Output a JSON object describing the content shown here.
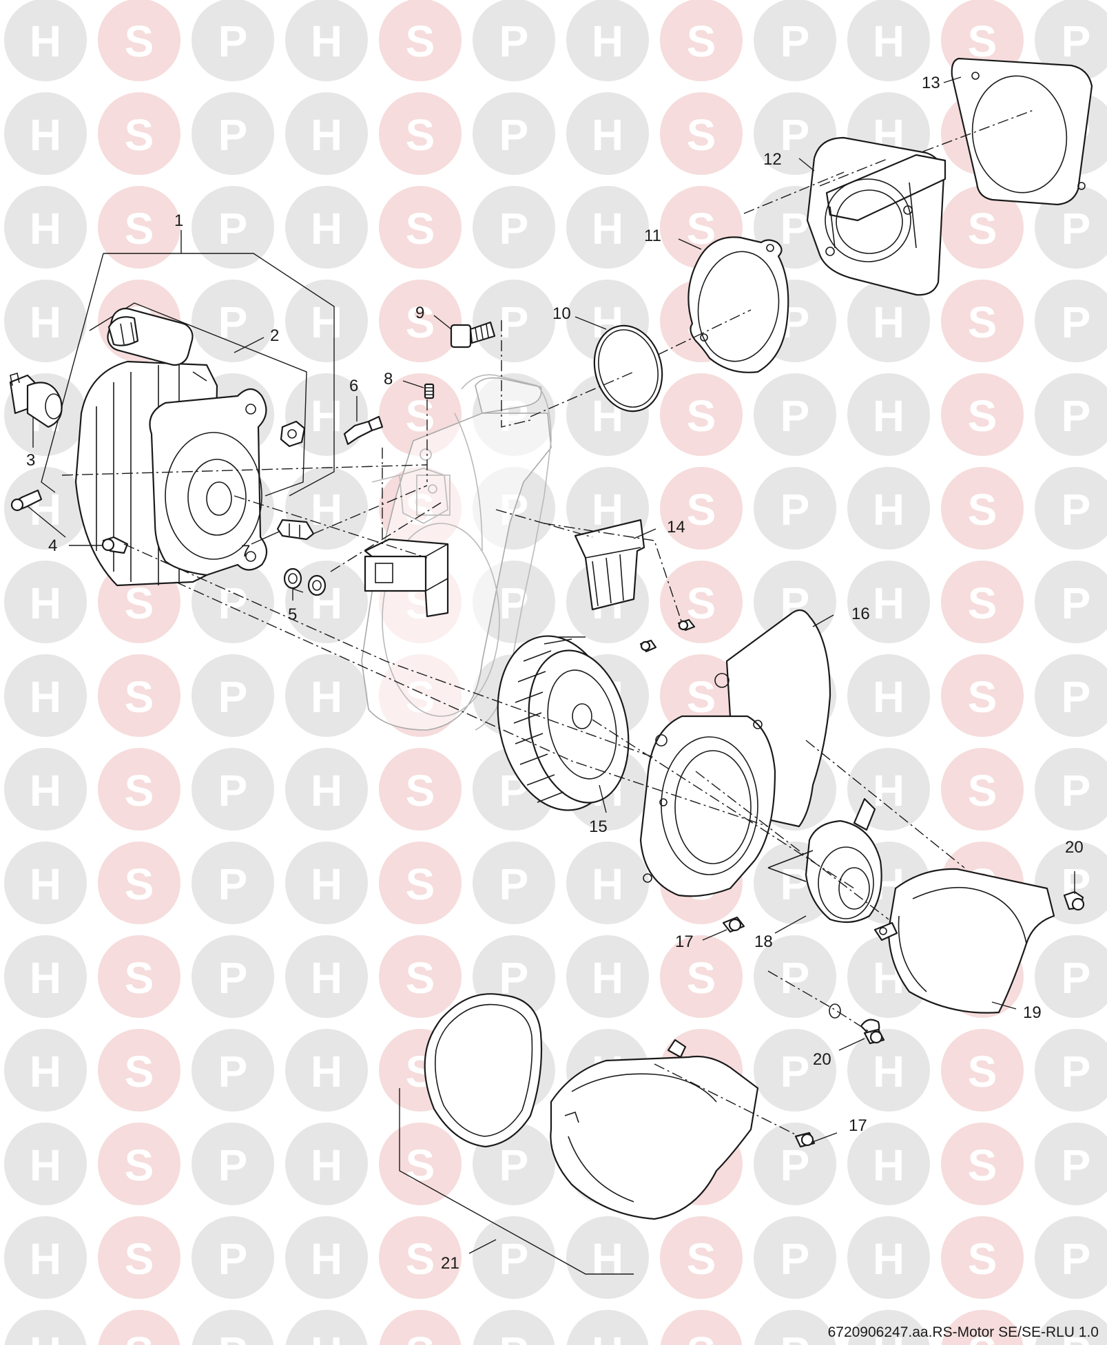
{
  "watermark": {
    "letters": [
      "H",
      "S",
      "P"
    ],
    "colors": {
      "h": "#e6e6e6",
      "s": "#f6dcdc",
      "p": "#e6e6e6"
    }
  },
  "callouts": {
    "c1": "1",
    "c2": "2",
    "c3": "3",
    "c4": "4",
    "c5": "5",
    "c6": "6",
    "c7": "7",
    "c8": "8",
    "c9": "9",
    "c10": "10",
    "c11": "11",
    "c12": "12",
    "c13": "13",
    "c14": "14",
    "c15": "15",
    "c16": "16",
    "c17a": "17",
    "c17b": "17",
    "c18": "18",
    "c19": "19",
    "c20a": "20",
    "c20b": "20",
    "c21": "21"
  },
  "drawing_ref": "6720906247.aa.RS-Motor SE/SE-RLU 1.0"
}
